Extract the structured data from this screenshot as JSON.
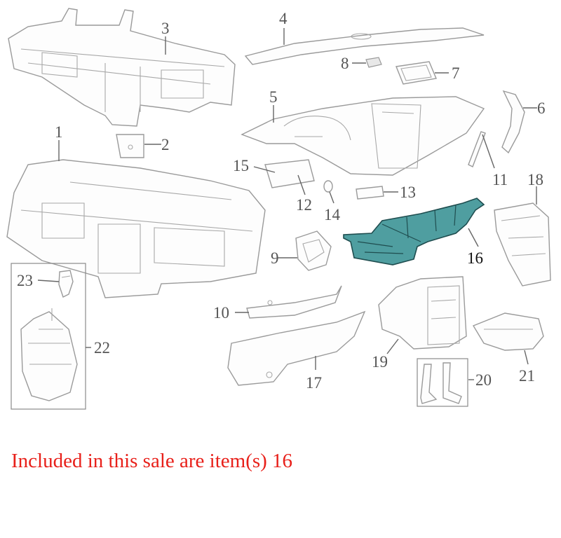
{
  "callouts": {
    "c1": "1",
    "c2": "2",
    "c3": "3",
    "c4": "4",
    "c5": "5",
    "c6": "6",
    "c7": "7",
    "c8": "8",
    "c9": "9",
    "c10": "10",
    "c11": "11",
    "c12": "12",
    "c13": "13",
    "c14": "14",
    "c15": "15",
    "c16": "16",
    "c17": "17",
    "c18": "18",
    "c19": "19",
    "c20": "20",
    "c21": "21",
    "c22": "22",
    "c23": "23"
  },
  "highlighted_item": "16",
  "colors": {
    "highlight": "#4f9ea0",
    "caption": "#e8201a",
    "line": "#9a9a9a"
  },
  "caption": "Included in this sale are item(s) 16"
}
